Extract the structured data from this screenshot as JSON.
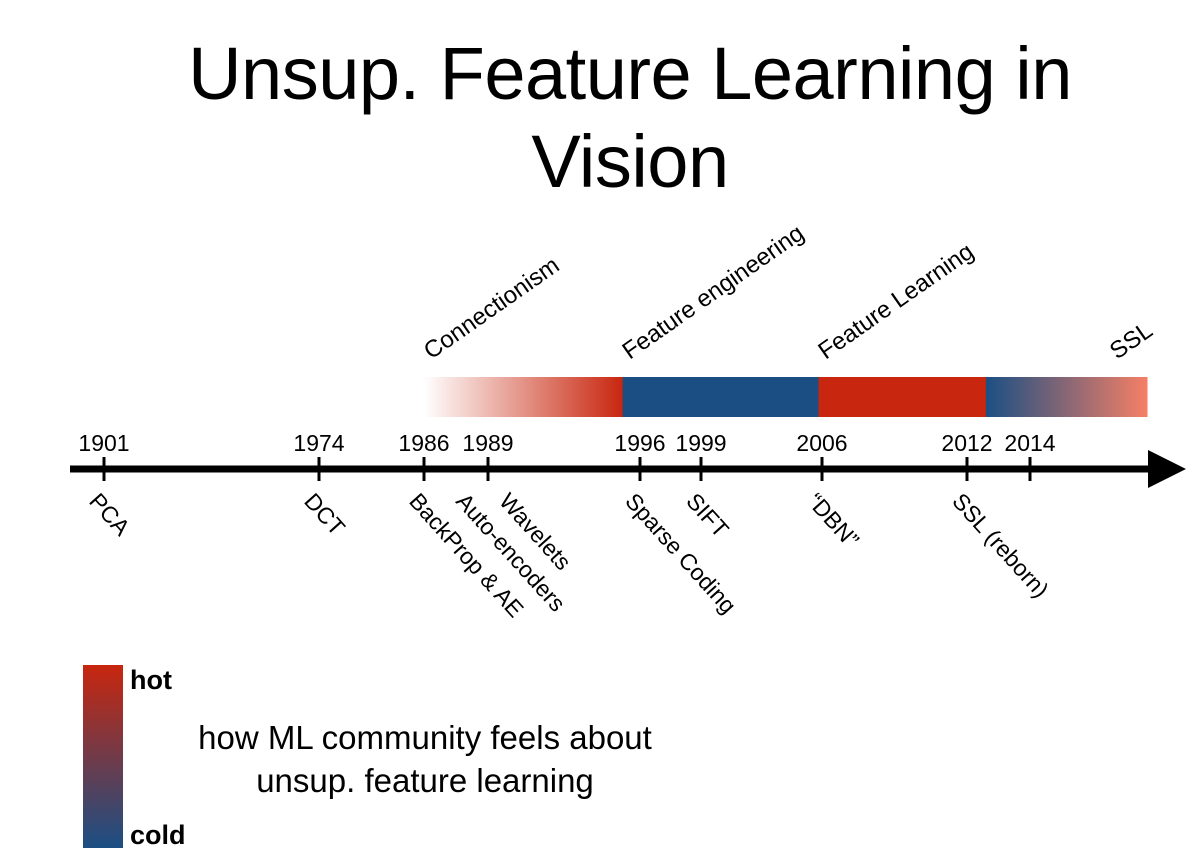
{
  "slide": {
    "title": "Unsup. Feature Learning in Vision"
  },
  "colors": {
    "hot": "#c8260e",
    "cold": "#1b4f84",
    "ssl_end": "#f67f66",
    "fade_start": "#ffffff"
  },
  "eras": [
    {
      "label": "Connectionism",
      "from": 1986,
      "to": 1995.2,
      "style": "fade-to-hot"
    },
    {
      "label": "Feature engineering",
      "from": 1995.2,
      "to": 2005.8,
      "style": "cold"
    },
    {
      "label": "Feature Learning",
      "from": 2005.8,
      "to": 2012.6,
      "style": "hot"
    },
    {
      "label": "SSL",
      "from": 2012.6,
      "to": 2021,
      "style": "cold-to-warm"
    }
  ],
  "years": [
    {
      "label": "1901",
      "value": 1901
    },
    {
      "label": "1974",
      "value": 1974
    },
    {
      "label": "1986",
      "value": 1986
    },
    {
      "label": "1989",
      "value": 1989
    },
    {
      "label": "1996",
      "value": 1996
    },
    {
      "label": "1999",
      "value": 1999
    },
    {
      "label": "2006",
      "value": 2006
    },
    {
      "label": "2012",
      "value": 2012
    },
    {
      "label": "2014",
      "value": 2014
    }
  ],
  "events": [
    {
      "label": "PCA",
      "at": 1901
    },
    {
      "label": "DCT",
      "at": 1974
    },
    {
      "label": "BackProp & AE",
      "at": 1986
    },
    {
      "label": "Auto-encoders",
      "at": 1988.2
    },
    {
      "label": "Wavelets",
      "at": 1990.2
    },
    {
      "label": "Sparse Coding",
      "at": 1996
    },
    {
      "label": "SIFT",
      "at": 1999
    },
    {
      "label": "“DBN”",
      "at": 2006
    },
    {
      "label": "SSL (reborn)",
      "at": 2012
    }
  ],
  "legend": {
    "hot_label": "hot",
    "cold_label": "cold",
    "caption_line1": "how ML community feels about",
    "caption_line2": "unsup. feature learning"
  }
}
